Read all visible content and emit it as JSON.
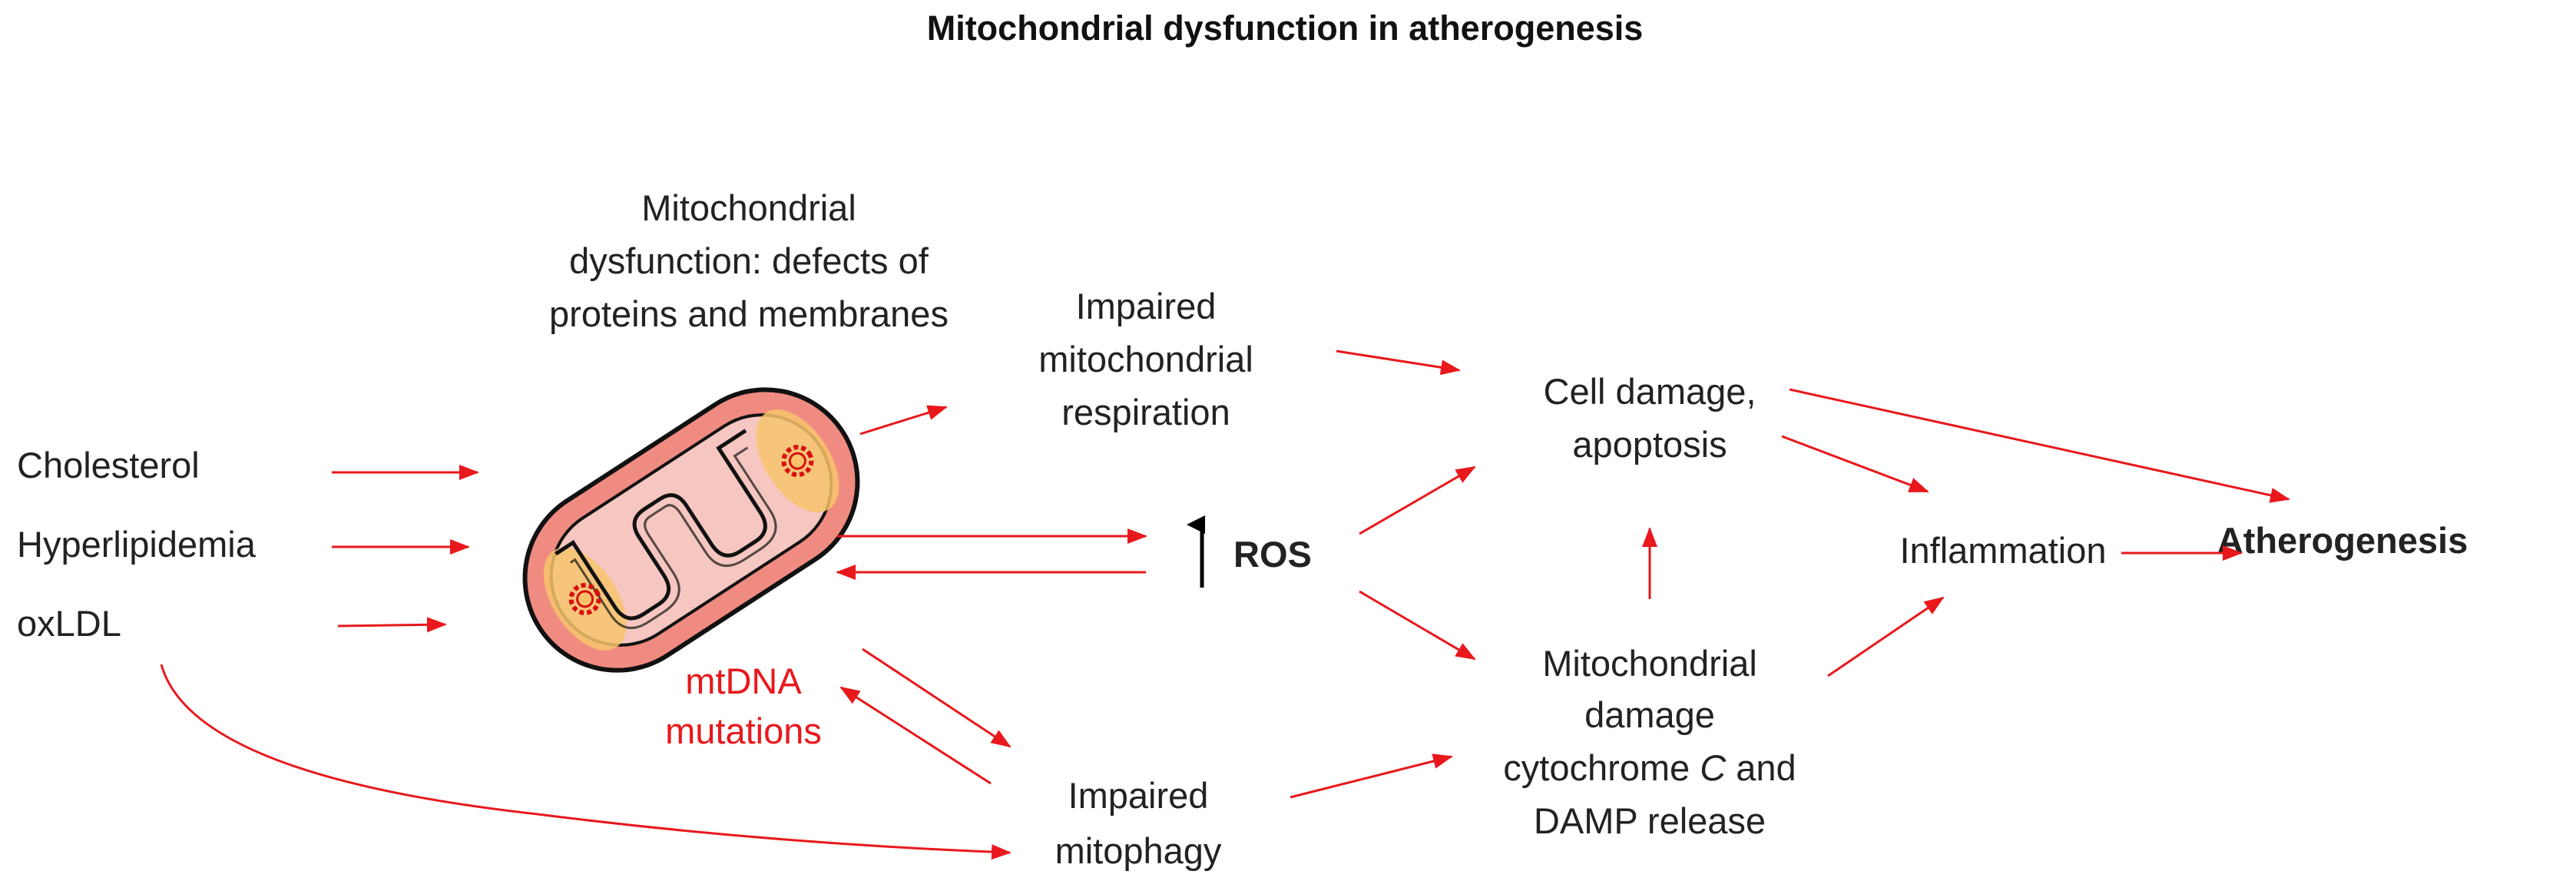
{
  "title": "Mitochondrial dysfunction in atherogenesis",
  "colors": {
    "arrow": "#e8181c",
    "text": "#222222",
    "red_text": "#e8181c",
    "mito_outer": "#f08b82",
    "mito_inner": "#f6c6c0",
    "mito_spot": "#f7c46c",
    "mito_sun": "#d80e0e"
  },
  "labels": {
    "cholesterol": "Cholesterol",
    "hyperlipidemia": "Hyperlipidemia",
    "oxldl": "oxLDL",
    "mito_dysfunction": [
      "Mitochondrial",
      "dysfunction: defects of",
      "proteins and membranes"
    ],
    "mtdna": [
      "mtDNA",
      "mutations"
    ],
    "impaired_respiration": [
      "Impaired",
      "mitochondrial",
      "respiration"
    ],
    "ros": "ROS",
    "impaired_mitophagy": [
      "Impaired",
      "mitophagy"
    ],
    "cell_damage": [
      "Cell damage,",
      "apoptosis"
    ],
    "mito_damage": [
      "Mitochondrial",
      "damage",
      "cytochrome ",
      "C",
      " and",
      "DAMP release"
    ],
    "inflammation": "Inflammation",
    "atherogenesis": "Atherogenesis"
  }
}
